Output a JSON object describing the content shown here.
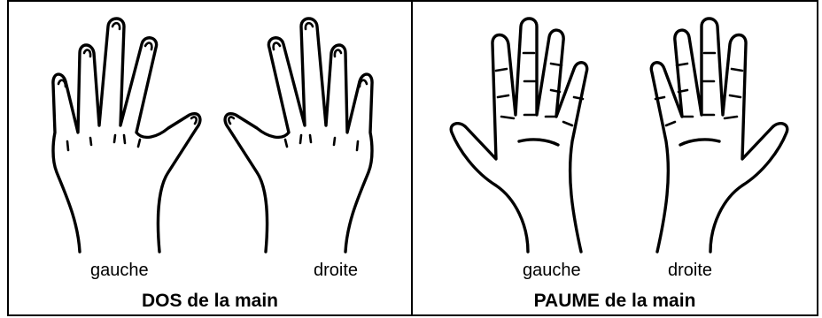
{
  "panels": [
    {
      "view": "back",
      "caption": "DOS de la main",
      "left_label": "gauche",
      "right_label": "droite"
    },
    {
      "view": "palm",
      "caption": "PAUME de la main",
      "left_label": "gauche",
      "right_label": "droite"
    }
  ]
}
